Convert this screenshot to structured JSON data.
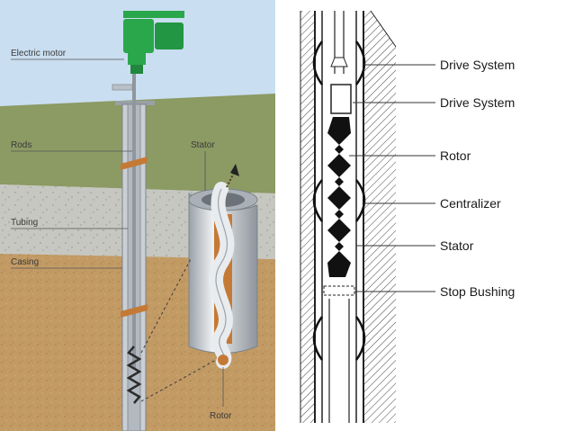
{
  "left_panel": {
    "labels": {
      "electric_motor": "Electric motor",
      "rods": "Rods",
      "tubing": "Tubing",
      "casing": "Casing",
      "stator": "Stator",
      "rotor": "Rotor"
    },
    "colors": {
      "sky": "#c9def0",
      "grass": "#8c9a63",
      "gravel": "#c7c7c1",
      "clay": "#c29a64",
      "motor": "#2aa74b",
      "pipe": "#bfc5cb",
      "fluid": "#c47a36"
    }
  },
  "right_panel": {
    "labels": {
      "drive_system_1": "Drive System",
      "drive_system_2": "Drive System",
      "rotor": "Rotor",
      "centralizer": "Centralizer",
      "stator": "Stator",
      "stop_bushing": "Stop Bushing"
    }
  }
}
